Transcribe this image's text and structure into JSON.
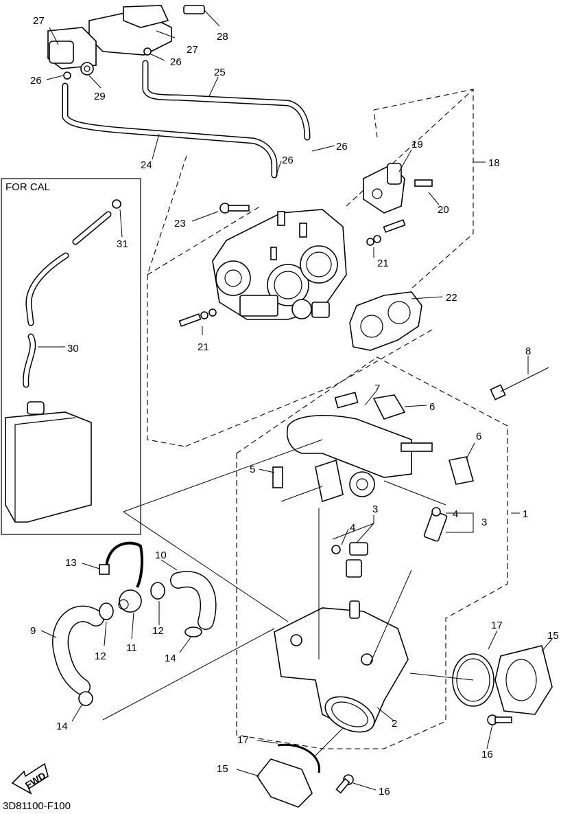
{
  "diagram_code": "3D81100-F100",
  "inset_title": "FOR CAL",
  "fwd_label": "FWD",
  "callouts": [
    {
      "id": "c27a",
      "label": "27"
    },
    {
      "id": "c27b",
      "label": "27"
    },
    {
      "id": "c28",
      "label": "28"
    },
    {
      "id": "c26a",
      "label": "26"
    },
    {
      "id": "c26b",
      "label": "26"
    },
    {
      "id": "c26c",
      "label": "26"
    },
    {
      "id": "c26d",
      "label": "26"
    },
    {
      "id": "c29",
      "label": "29"
    },
    {
      "id": "c25",
      "label": "25"
    },
    {
      "id": "c24",
      "label": "24"
    },
    {
      "id": "c19",
      "label": "19"
    },
    {
      "id": "c18",
      "label": "18"
    },
    {
      "id": "c20",
      "label": "20"
    },
    {
      "id": "c23",
      "label": "23"
    },
    {
      "id": "c31",
      "label": "31"
    },
    {
      "id": "c21a",
      "label": "21"
    },
    {
      "id": "c21b",
      "label": "21"
    },
    {
      "id": "c22",
      "label": "22"
    },
    {
      "id": "c30",
      "label": "30"
    },
    {
      "id": "c8",
      "label": "8"
    },
    {
      "id": "c7",
      "label": "7"
    },
    {
      "id": "c6a",
      "label": "6"
    },
    {
      "id": "c6b",
      "label": "6"
    },
    {
      "id": "c5",
      "label": "5"
    },
    {
      "id": "c4a",
      "label": "4"
    },
    {
      "id": "c3a",
      "label": "3"
    },
    {
      "id": "c1",
      "label": "1"
    },
    {
      "id": "c3b",
      "label": "3"
    },
    {
      "id": "c4b",
      "label": "4"
    },
    {
      "id": "c13",
      "label": "13"
    },
    {
      "id": "c10",
      "label": "10"
    },
    {
      "id": "c11",
      "label": "11"
    },
    {
      "id": "c12a",
      "label": "12"
    },
    {
      "id": "c12b",
      "label": "12"
    },
    {
      "id": "c9",
      "label": "9"
    },
    {
      "id": "c14a",
      "label": "14"
    },
    {
      "id": "c14b",
      "label": "14"
    },
    {
      "id": "c17a",
      "label": "17"
    },
    {
      "id": "c15a",
      "label": "15"
    },
    {
      "id": "c2",
      "label": "2"
    },
    {
      "id": "c16a",
      "label": "16"
    },
    {
      "id": "c17b",
      "label": "17"
    },
    {
      "id": "c15b",
      "label": "15"
    },
    {
      "id": "c16b",
      "label": "16"
    }
  ]
}
